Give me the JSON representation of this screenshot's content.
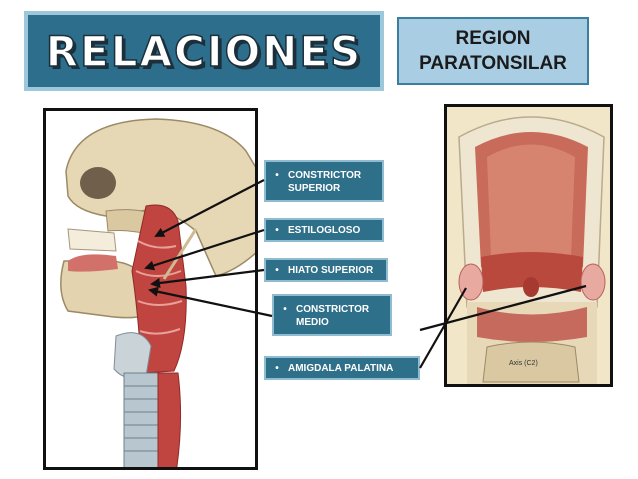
{
  "header": {
    "title": "RELACIONES",
    "region_line1": "REGION",
    "region_line2": "PARATONSILAR"
  },
  "labels": [
    {
      "bullet": "•",
      "line1": "CONSTRICTOR",
      "line2": "SUPERIOR"
    },
    {
      "bullet": "•",
      "line1": "ESTILOGLOSO",
      "line2": ""
    },
    {
      "bullet": "•",
      "line1": "HIATO SUPERIOR",
      "line2": ""
    },
    {
      "bullet": "•",
      "line1": "CONSTRICTOR",
      "line2": "MEDIO"
    },
    {
      "bullet": "•",
      "line1": "AMIGDALA PALATINA",
      "line2": ""
    }
  ],
  "figure": {
    "vertebra_label": "Axis (C2)"
  },
  "colors": {
    "title_bg": "#2c6e8c",
    "region_bg": "#a9cde3",
    "label_bg": "#2e6f89",
    "muscle": "#c0443f",
    "bone": "#e9dcc0"
  }
}
